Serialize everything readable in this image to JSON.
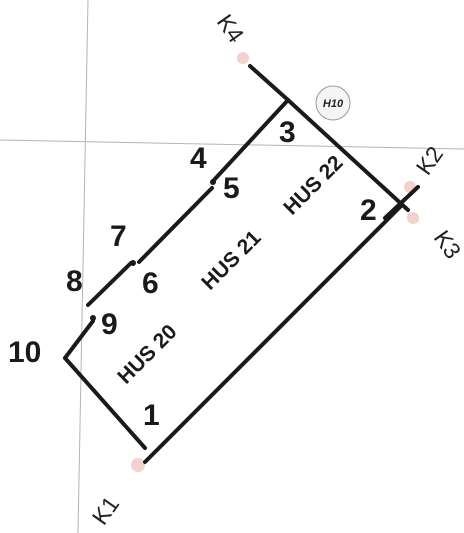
{
  "diagram": {
    "point_labels": [
      "1",
      "2",
      "3",
      "4",
      "5",
      "6",
      "7",
      "8",
      "9",
      "10"
    ],
    "houses": [
      "HUS 20",
      "HUS 21",
      "HUS 22"
    ],
    "corners": [
      "K1",
      "K2",
      "K3",
      "K4"
    ],
    "marker_label": "H10",
    "colors": {
      "line": "#1a1a1a",
      "grid": "#b5b5b5",
      "marker": "#e8b0a8",
      "text": "#1a1a1a"
    }
  }
}
